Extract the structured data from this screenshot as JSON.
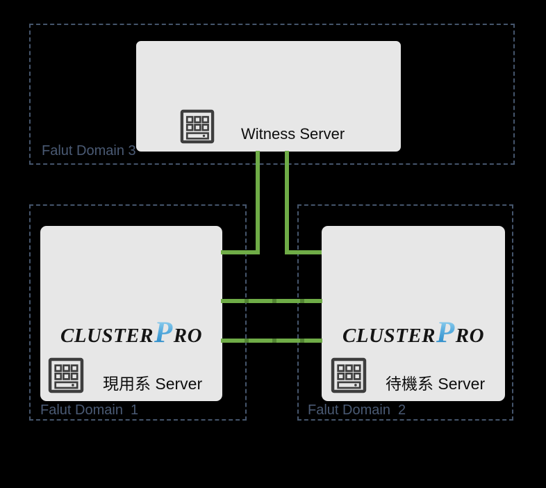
{
  "diagram": {
    "title": "CLUSTERPRO witness / fault-domain cluster diagram",
    "background": "#000000",
    "colors": {
      "node_fill": "#E7E7E7",
      "domain_border": "#45556C",
      "domain_label": "#4A5A74",
      "link_green": "#6FAC47",
      "icon_dark": "#3E3E3E",
      "text_black": "#0D0D0D",
      "logo_blue_top": "#A6DCF4",
      "logo_blue_bottom": "#1B7FC0"
    },
    "domains": [
      {
        "label": "Falut Domain 3"
      },
      {
        "label": "Falut Domain  1"
      },
      {
        "label": "Falut Domain  2"
      }
    ],
    "nodes": {
      "witness": {
        "label": "Witness Server",
        "icon": "server-icon"
      },
      "active": {
        "label": "現用系 Server",
        "icon": "server-icon",
        "logo": {
          "pre": "CLUSTER",
          "big": "P",
          "post": "RO"
        }
      },
      "standby": {
        "label": "待機系 Server",
        "icon": "server-icon",
        "logo": {
          "pre": "CLUSTER",
          "big": "P",
          "post": "RO"
        }
      }
    },
    "links": {
      "color": "#6FAC47",
      "witness_to_active": "elbow",
      "witness_to_standby": "elbow",
      "interconnects_between_servers": 2
    }
  }
}
